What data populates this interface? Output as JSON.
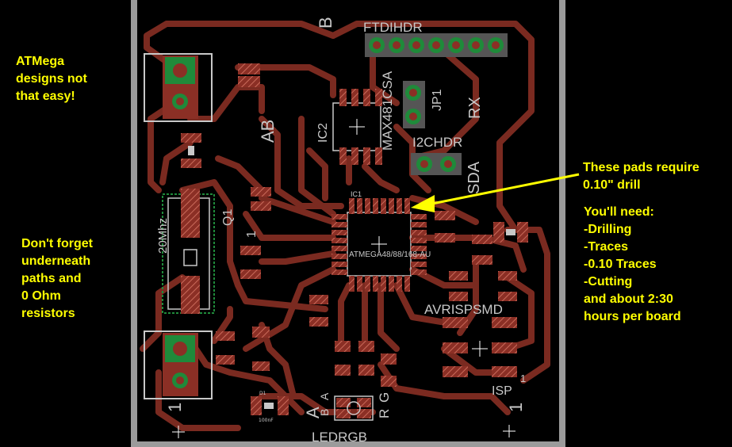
{
  "notes": {
    "top_left": "ATMega\ndesigns not\nthat easy!",
    "left_mid": "Don't forget\nunderneath\npaths and\n0 Ohm\nresistors",
    "pads": "These pads require\n0.10\" drill",
    "needs": "You'll need:\n-Drilling\n-Traces\n-0.10 Traces\n-Cutting\nand about 2:30\nhours per board"
  },
  "labels": {
    "ftdi": "FTDIHDR",
    "b": "B",
    "max": "MAX481CSA",
    "ic2": "IC2",
    "jp1": "JP1",
    "rx": "RX",
    "ab": "AB",
    "i2c": "I2CHDR",
    "sda": "SDA",
    "ic1": "IC1",
    "atmega": "ATMEGA48/88/168-AU",
    "crystal": "20Mhz",
    "q1": "Q1",
    "avr": "AVRISPSMD",
    "isp": "ISP",
    "isp_pin": "1",
    "ledrgb": "LEDRGB",
    "a_big": "A",
    "a_small": "A",
    "b_small": "B",
    "r": "R",
    "g": "G",
    "d1": "D1",
    "c_100nf": "100nF",
    "one_left": "1",
    "one_right": "1",
    "one_crystal": "1"
  },
  "colors": {
    "background": "#000000",
    "board": "#9b9b9b",
    "copper": "#8b2f25",
    "trace": "#7a2a20",
    "pad": "#c96a5a",
    "silk": "#c8c8c8",
    "drill": "#1f8a3a",
    "note": "#ffff00"
  }
}
